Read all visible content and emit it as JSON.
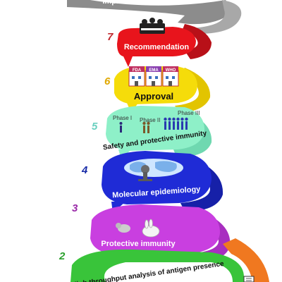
{
  "top_banner": {
    "label": "Implementation, Phase IV"
  },
  "steps": [
    {
      "number": "7",
      "label": "Recommendation",
      "color": "#e8141c"
    },
    {
      "number": "6",
      "label": "Approval",
      "color": "#f5dc0a",
      "agencies": [
        "FDA",
        "EMA",
        "WHO"
      ]
    },
    {
      "number": "5",
      "label": "Safety and protective immunity",
      "color": "#8ef0c8",
      "phases": [
        "Phase I",
        "Phase II",
        "Phase III"
      ]
    },
    {
      "number": "4",
      "label": "Molecular epidemiology",
      "color": "#1f2bd6"
    },
    {
      "number": "3",
      "label": "Protective immunity",
      "color": "#c93fe0"
    },
    {
      "number": "2",
      "label": "High throughput analysis of antigen presence",
      "color": "#39c43a"
    }
  ],
  "colors": {
    "number_7": "#c0282e",
    "number_6": "#e0a800",
    "number_5": "#6ad0c0",
    "number_4": "#1a2da8",
    "number_3": "#9a2aa8",
    "number_2": "#2aa02c",
    "grey_ribbon": "#9a9a9a",
    "orange_arrow": "#f07820"
  },
  "icons": {
    "step_7": "team-meeting-icon",
    "step_6": "agency-buildings-icon",
    "step_5": "people-groups-icon",
    "step_4": "world-map-icon",
    "step_3": "lab-animals-icon",
    "step_1": "document-icon"
  }
}
